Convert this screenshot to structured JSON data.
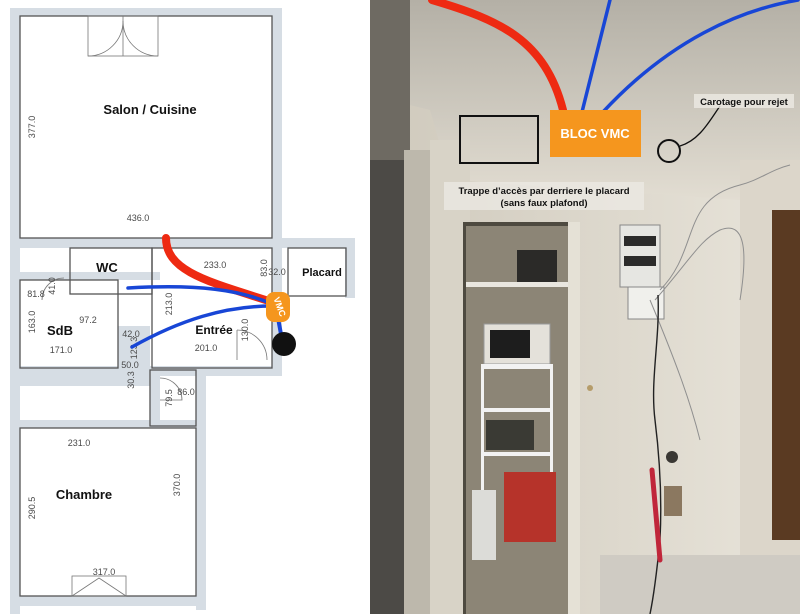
{
  "floorplan": {
    "rooms": {
      "salon": "Salon / Cuisine",
      "wc": "WC",
      "placard": "Placard",
      "sdb": "SdB",
      "entree": "Entrée",
      "chambre": "Chambre"
    },
    "dimensions": {
      "salon_height": "377.0",
      "salon_width": "436.0",
      "hall_width": "233.0",
      "placard_h": "83.0",
      "placard_w": "32.0",
      "entree_height": "213.0",
      "entree_width": "201.0",
      "entree_right": "130.0",
      "sdb_a": "81.8",
      "sdb_b": "41.0",
      "sdb_height": "163.0",
      "sdb_c": "97.2",
      "sdb_width": "171.0",
      "sdb_d": "42.0",
      "sdb_e": "123.3",
      "sdb_f": "50.0",
      "sdb_g": "30.3",
      "corr_h": "79.5",
      "corr_w": "86.0",
      "chambre_top": "231.0",
      "chambre_left": "290.5",
      "chambre_right": "370.0",
      "chambre_bottom": "317.0"
    },
    "vmc_label": "VMC"
  },
  "photo": {
    "bloc_vmc": "BLOC VMC",
    "trappe_line1": "Trappe d’accès par derriere le placard",
    "trappe_line2": "(sans faux plafond)",
    "carotage": "Carotage pour rejet"
  },
  "colors": {
    "hot_duct": "#ee2a12",
    "cold_duct": "#1846d6",
    "vmc_block": "#f5961e",
    "wall": "#d6dde4"
  }
}
